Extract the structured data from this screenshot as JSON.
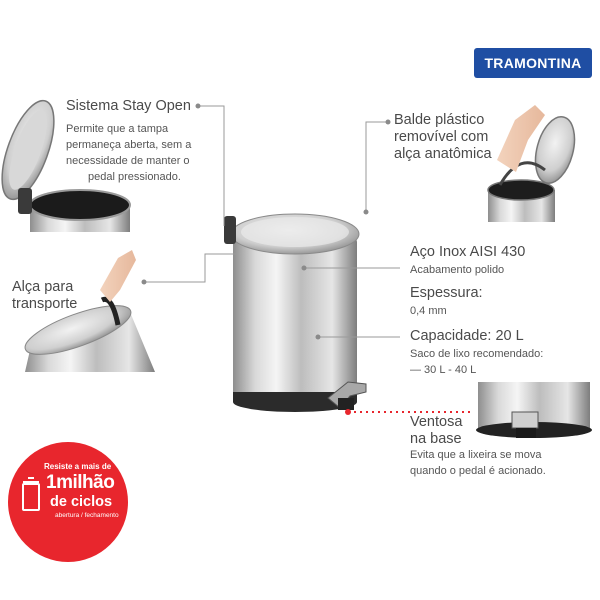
{
  "brand": "TRAMONTINA",
  "features": {
    "stay_open": {
      "title": "Sistema Stay Open",
      "desc": [
        "Permite que a tampa",
        "permaneça aberta, sem a",
        "necessidade de manter o",
        "pedal pressionado."
      ]
    },
    "balde": {
      "title": [
        "Balde plástico",
        "removível com",
        "alça anatômica"
      ]
    },
    "alca": {
      "title": [
        "Alça para",
        "transporte"
      ]
    },
    "aco": {
      "title": "Aço Inox AISI 430",
      "desc": "Acabamento polido"
    },
    "espessura": {
      "title": "Espessura:",
      "desc": "0,4 mm"
    },
    "capacidade": {
      "title": "Capacidade: 20 L",
      "desc": [
        "Saco de lixo recomendado:",
        "— 30 L - 40 L"
      ]
    },
    "ventosa": {
      "title": [
        "Ventosa",
        "na base"
      ],
      "desc": [
        "Evita que a lixeira se mova",
        "quando o pedal é acionado."
      ]
    }
  },
  "badge": {
    "line1": "Resiste a mais de",
    "line2": "1milhão",
    "line3": "de ciclos",
    "line4": "abertura / fechamento"
  },
  "colors": {
    "brand_blue": "#1f4ea3",
    "badge_red": "#e8262d",
    "steel": "#c8c8c8"
  },
  "icons": [
    "pedal-bin-icon"
  ]
}
